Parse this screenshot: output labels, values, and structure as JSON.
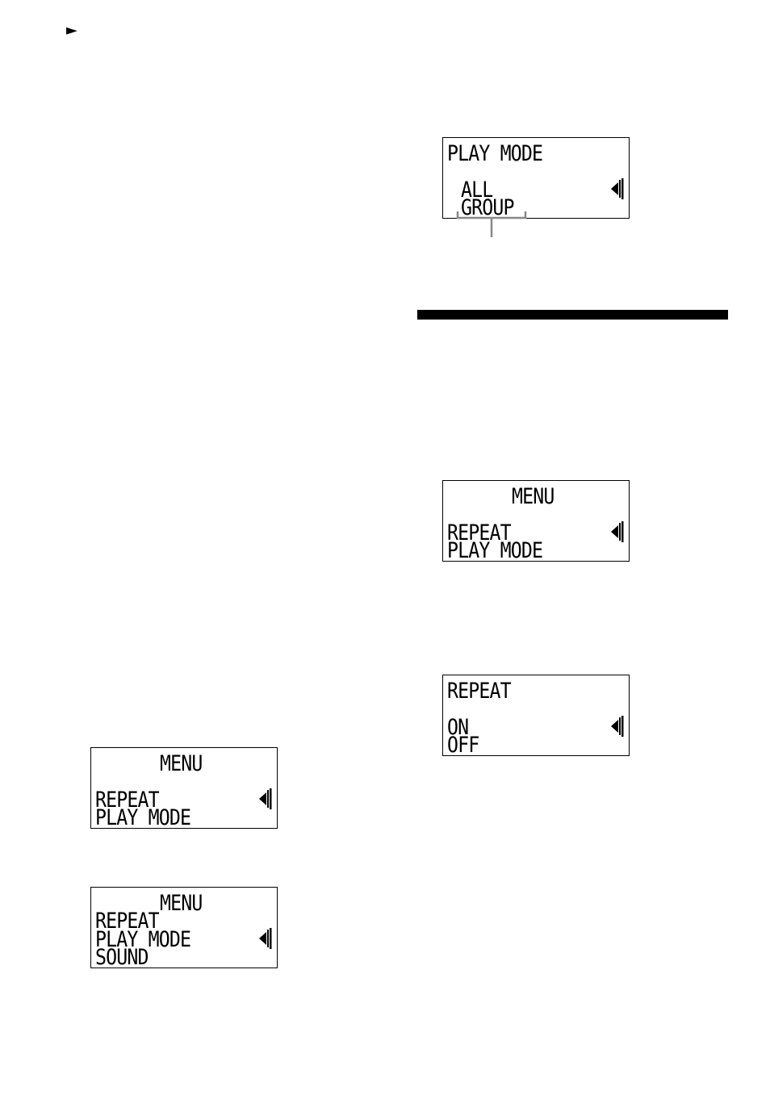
{
  "marker_glyph": "►",
  "lcd_play_mode": {
    "title": "PLAY MODE",
    "lines": [
      "ALL",
      "GROUP"
    ]
  },
  "lcd_menu_right": {
    "title": "MENU",
    "lines": [
      "REPEAT",
      "PLAY MODE"
    ]
  },
  "lcd_repeat": {
    "title": "REPEAT",
    "lines": [
      "ON",
      "OFF"
    ]
  },
  "lcd_menu_left": {
    "title": "MENU",
    "lines": [
      "REPEAT",
      "PLAY MODE"
    ]
  },
  "lcd_menu_sound": {
    "title": "MENU",
    "lines": [
      "REPEAT",
      "PLAY MODE",
      "SOUND"
    ]
  },
  "icons": {
    "pointer": "cursor-pointer-icon"
  }
}
